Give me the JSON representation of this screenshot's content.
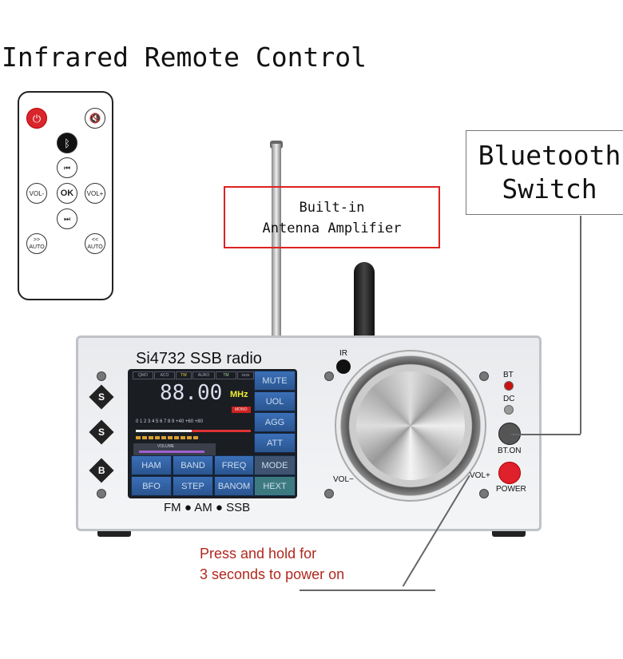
{
  "title": "Infrared Remote Control",
  "callouts": {
    "bluetooth": [
      "Bluetooth",
      "Switch"
    ],
    "antenna": [
      "Built-in",
      "Antenna Amplifier"
    ],
    "power": [
      "Press and hold for",
      "3 seconds to power on"
    ]
  },
  "remote": {
    "vol_minus": "VOL-",
    "ok": "OK",
    "vol_plus": "VOL+",
    "auto": "AUTO",
    "next_auto": ">>",
    "prev_auto": "<<"
  },
  "radio": {
    "brand": "Si4732  SSB  radio",
    "modes": "FM  ●  AM  ●  SSB",
    "badge": [
      "S",
      "S",
      "B"
    ],
    "ir": "IR",
    "bt": "BT",
    "dc": "DC",
    "bt_on": "BT.ON",
    "power": "POWER",
    "vol_minus": "VOL−",
    "vol_plus": "VOL+"
  },
  "screen": {
    "tags": [
      "QMO",
      "ACO",
      "TW",
      "AURO",
      "TM",
      "xxxx"
    ],
    "frequency": "88.00",
    "unit": "MHz",
    "stereo": "MONO",
    "scale": "0 1 2 3 4 5 6 7 8 9  +40  +60  +80",
    "volume_label": "VOLUME",
    "buttons_right": [
      "MUTE",
      "UOL",
      "AGG",
      "ATT",
      "MODE",
      "HEXT"
    ],
    "buttons_bottom": [
      "HAM",
      "BAND",
      "FREQ",
      "BFO",
      "STEP",
      "BANOM"
    ]
  },
  "colors": {
    "callout_red": "#b0281e",
    "power_button": "#e0202a",
    "screen_button": "#3b6fb8"
  }
}
